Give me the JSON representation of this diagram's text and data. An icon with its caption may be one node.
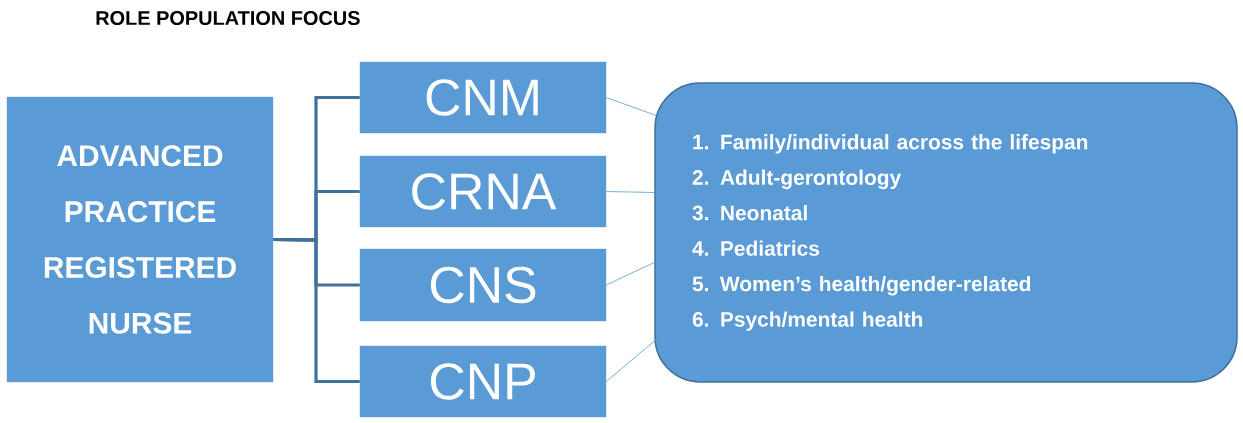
{
  "diagram": {
    "title": "ROLE POPULATION FOCUS",
    "nodes": [
      {
        "text": [
          "ADVANCED PRACTICE REGISTERED NURSE"
        ]
      },
      {
        "text": [
          "CNM"
        ]
      },
      {
        "text": [
          "CRNA"
        ]
      },
      {
        "text": [
          "CNS"
        ]
      },
      {
        "text": [
          "CNP"
        ]
      },
      {
        "text": [
          "1. Family/individual across the lifespan",
          "2. Adult-gerontology",
          "3. Neonatal",
          "4. Pediatrics",
          "5. Women’s health/gender-related",
          "6. Psych/mental health"
        ]
      }
    ],
    "edges": [
      {
        "from": 0,
        "to": 1,
        "arrow": "none",
        "style": "thick",
        "color": "#41719c"
      },
      {
        "from": 0,
        "to": 2,
        "arrow": "none",
        "style": "thick",
        "color": "#41719c"
      },
      {
        "from": 0,
        "to": 3,
        "arrow": "none",
        "style": "thick",
        "color": "#41719c"
      },
      {
        "from": 0,
        "to": 4,
        "arrow": "none",
        "style": "thick",
        "color": "#41719c"
      },
      {
        "from": 1,
        "to": 5,
        "arrow": "none"
      },
      {
        "from": 2,
        "to": 5,
        "arrow": "none"
      },
      {
        "from": 3,
        "to": 5,
        "arrow": "none"
      },
      {
        "from": 4,
        "to": 5,
        "arrow": "none"
      }
    ]
  }
}
